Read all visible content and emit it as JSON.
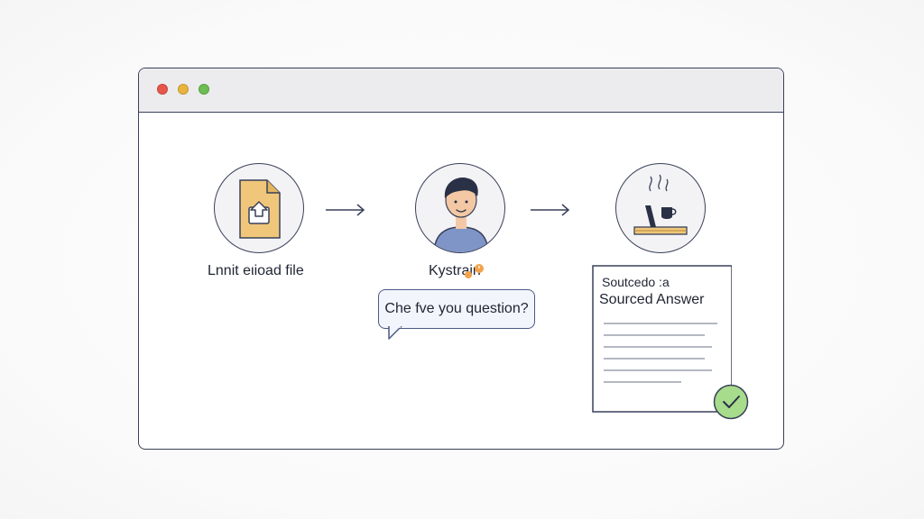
{
  "window": {
    "controls": [
      "close",
      "minimize",
      "maximize"
    ],
    "colors": {
      "close": "#e5564b",
      "minimize": "#e8b43d",
      "maximize": "#6cbd52"
    }
  },
  "steps": [
    {
      "icon": "upload-file-icon",
      "label": "Lnnit eιioad file"
    },
    {
      "icon": "person-icon",
      "label": "Kystrain"
    },
    {
      "icon": "source-icon",
      "label": ""
    }
  ],
  "question_bubble": {
    "text": "Che fve you question?"
  },
  "answer_document": {
    "title_line_1": "Soutcedo :a",
    "title_line_2": "Sourced Answer",
    "line_count": 6,
    "status": "verified"
  },
  "colors": {
    "accent_file": "#f0c77a",
    "person_shirt": "#7f95c7",
    "check_green": "#a6dc8b",
    "badge_orange": "#f2a34b"
  }
}
